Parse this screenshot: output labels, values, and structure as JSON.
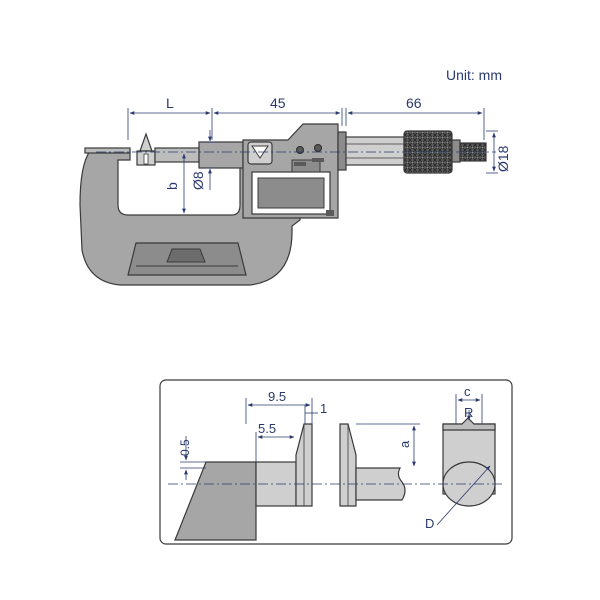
{
  "unit_label": "Unit: mm",
  "top_view": {
    "dim_L": "L",
    "dim_45": "45",
    "dim_66": "66",
    "dim_b": "b",
    "dim_d8": "Ø8",
    "dim_d18": "Ø18"
  },
  "detail_view": {
    "dim_9_5": "9.5",
    "dim_1": "1",
    "dim_5_5": "5.5",
    "dim_0_5": "0.5",
    "dim_a": "a",
    "dim_c": "c",
    "dim_R": "R",
    "dim_D": "D"
  },
  "colors": {
    "body_gray": "#a6a6a6",
    "dark_gray": "#7f7f7f",
    "light_gray": "#cfcfcf",
    "dimension_blue": "#2b3a6e"
  }
}
